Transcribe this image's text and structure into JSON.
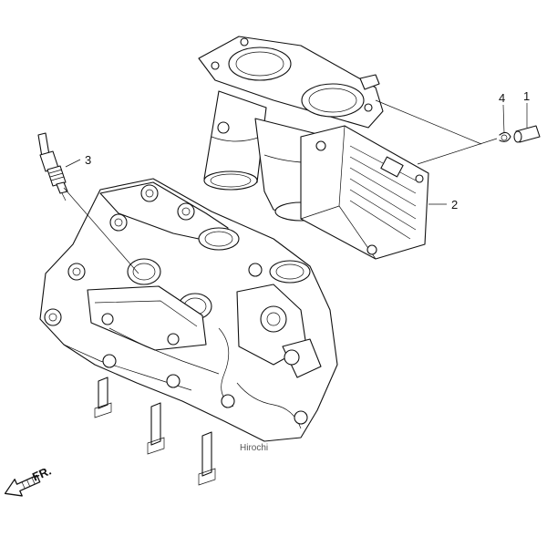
{
  "callouts": [
    {
      "id": "1",
      "label": "1"
    },
    {
      "id": "2",
      "label": "2"
    },
    {
      "id": "3",
      "label": "3"
    },
    {
      "id": "4",
      "label": "4"
    }
  ],
  "direction_label": "FR.",
  "watermark": "Hirochi"
}
